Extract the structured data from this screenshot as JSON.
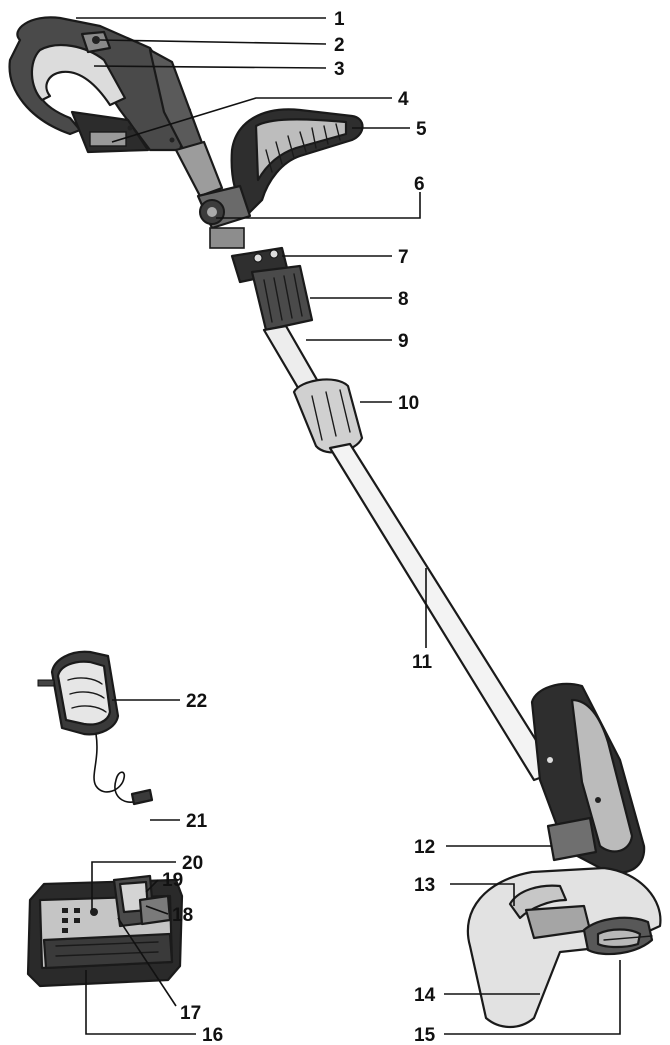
{
  "diagram": {
    "callouts": [
      {
        "id": "1",
        "label": "1"
      },
      {
        "id": "2",
        "label": "2"
      },
      {
        "id": "3",
        "label": "3"
      },
      {
        "id": "4",
        "label": "4"
      },
      {
        "id": "5",
        "label": "5"
      },
      {
        "id": "6",
        "label": "6"
      },
      {
        "id": "7",
        "label": "7"
      },
      {
        "id": "8",
        "label": "8"
      },
      {
        "id": "9",
        "label": "9"
      },
      {
        "id": "10",
        "label": "10"
      },
      {
        "id": "11",
        "label": "11"
      },
      {
        "id": "12",
        "label": "12"
      },
      {
        "id": "13",
        "label": "13"
      },
      {
        "id": "14",
        "label": "14"
      },
      {
        "id": "15",
        "label": "15"
      },
      {
        "id": "16",
        "label": "16"
      },
      {
        "id": "17",
        "label": "17"
      },
      {
        "id": "18",
        "label": "18"
      },
      {
        "id": "19",
        "label": "19"
      },
      {
        "id": "20",
        "label": "20"
      },
      {
        "id": "21",
        "label": "21"
      },
      {
        "id": "22",
        "label": "22"
      }
    ],
    "colors": {
      "line": "#111111",
      "part_dark": "#3a3a3a",
      "part_mid": "#7a7a7a",
      "part_light": "#d6d6d6",
      "background": "#ffffff"
    }
  }
}
